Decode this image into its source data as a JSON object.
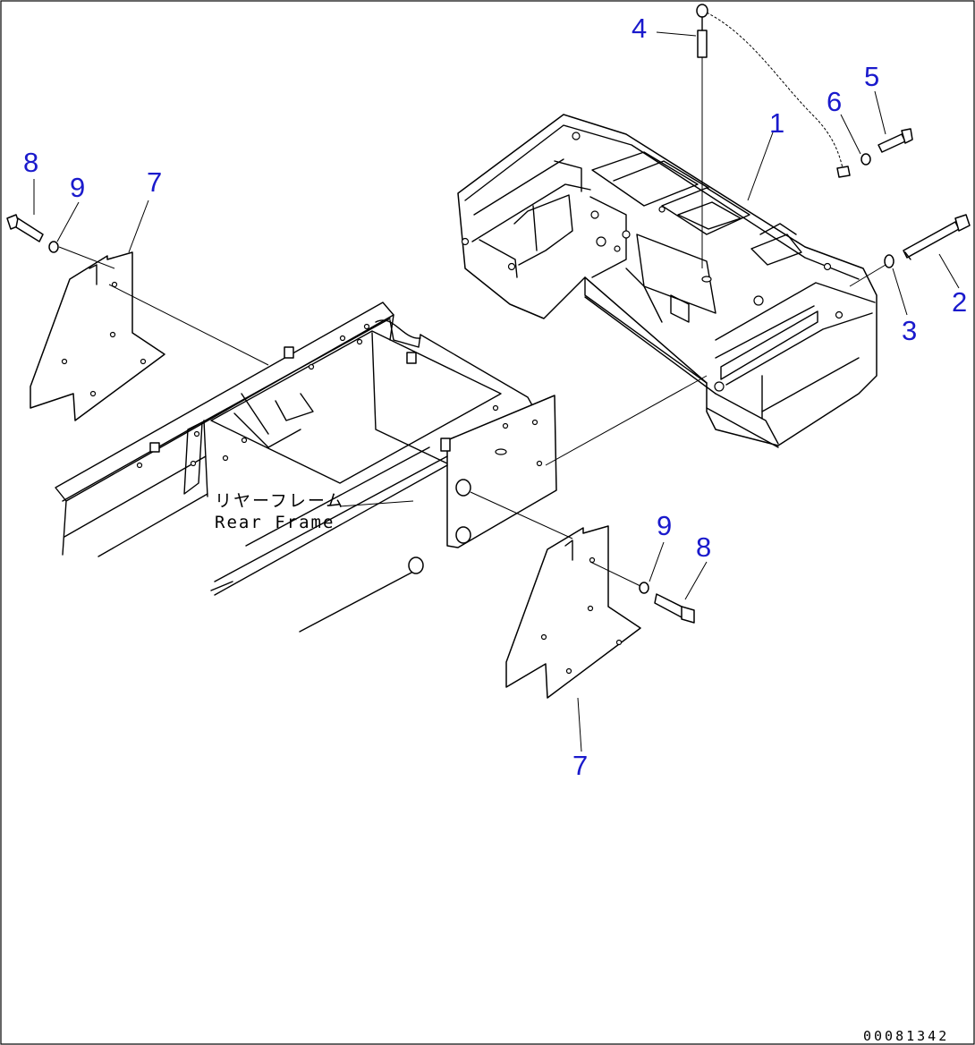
{
  "callouts": {
    "c1": "1",
    "c2": "2",
    "c3": "3",
    "c4": "4",
    "c5": "5",
    "c6": "6",
    "c7a": "7",
    "c7b": "7",
    "c8a": "8",
    "c8b": "8",
    "c9a": "9",
    "c9b": "9"
  },
  "frame_label": {
    "japanese": "リヤーフレーム",
    "english": "Rear Frame"
  },
  "drawing_number": "00081342",
  "colors": {
    "callout": "#1a1acc",
    "line": "#000000",
    "background": "#ffffff"
  }
}
